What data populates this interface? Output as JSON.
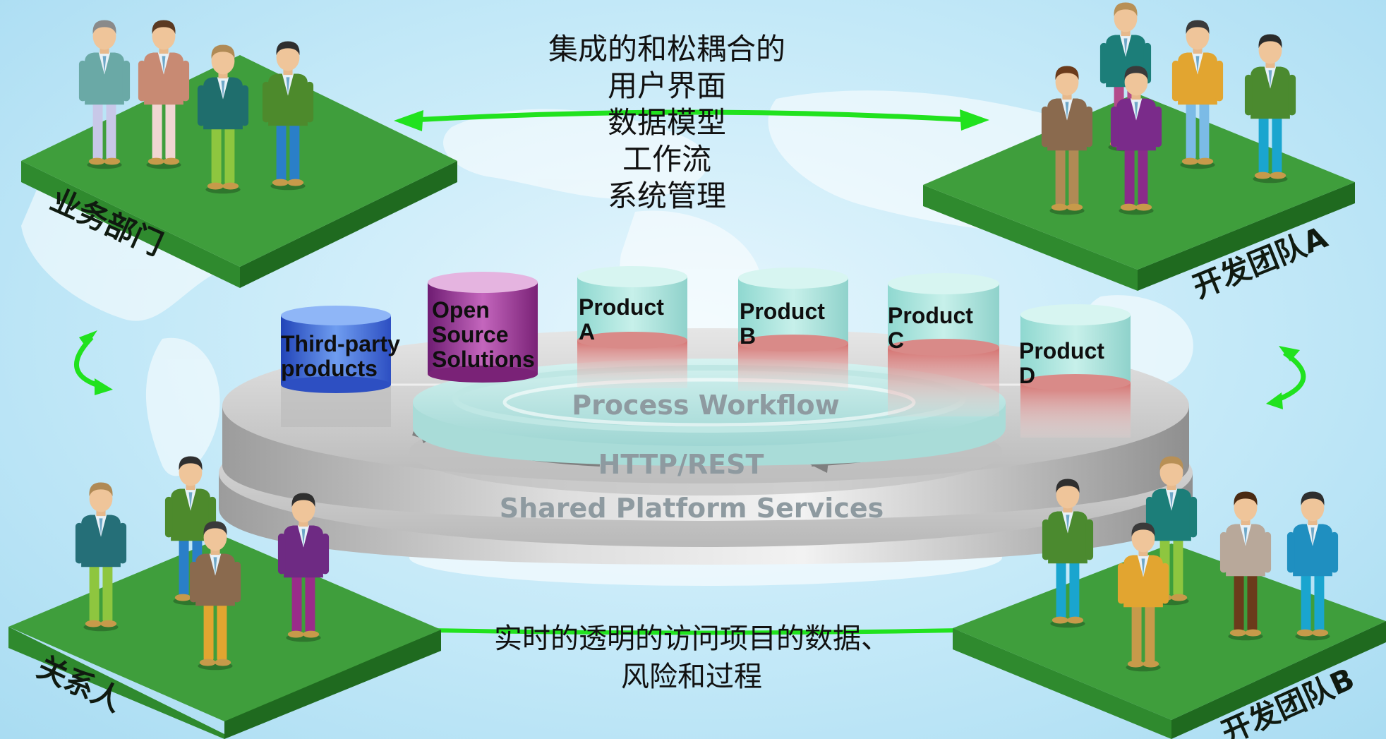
{
  "top_caption": {
    "line1": "集成的和松耦合的",
    "line2": "用户界面",
    "line3": "数据模型",
    "line4": "工作流",
    "line5": "系统管理"
  },
  "bottom_caption": {
    "line1": "实时的透明的访问项目的数据、",
    "line2": "风险和过程"
  },
  "teams": {
    "business": "业务部门",
    "dev_a": "开发团队A",
    "stakeholders": "关系人",
    "dev_b": "开发团队B"
  },
  "products": {
    "third_party": {
      "line1": "Third-party",
      "line2": "products"
    },
    "open_source": {
      "line1": "Open",
      "line2": "Source",
      "line3": "Solutions"
    },
    "product_a": {
      "line1": "Product",
      "line2": "A"
    },
    "product_b": {
      "line1": "Product",
      "line2": "B"
    },
    "product_c": {
      "line1": "Product",
      "line2": "C"
    },
    "product_d": {
      "line1": "Product",
      "line2": "D"
    }
  },
  "platform": {
    "workflow": "Process Workflow",
    "http": "HTTP/REST",
    "shared": "Shared Platform Services"
  },
  "colors": {
    "arrow": "#21e21e",
    "pad_top": "#3f9e3c",
    "pad_side": "#1f6a1f",
    "platform": "#c9c9c9",
    "cylinder_teal": "#a8e3dc",
    "cylinder_red": "#d98a88",
    "cylinder_purple": "#a2379b",
    "cylinder_blue": "#3b67d9"
  }
}
